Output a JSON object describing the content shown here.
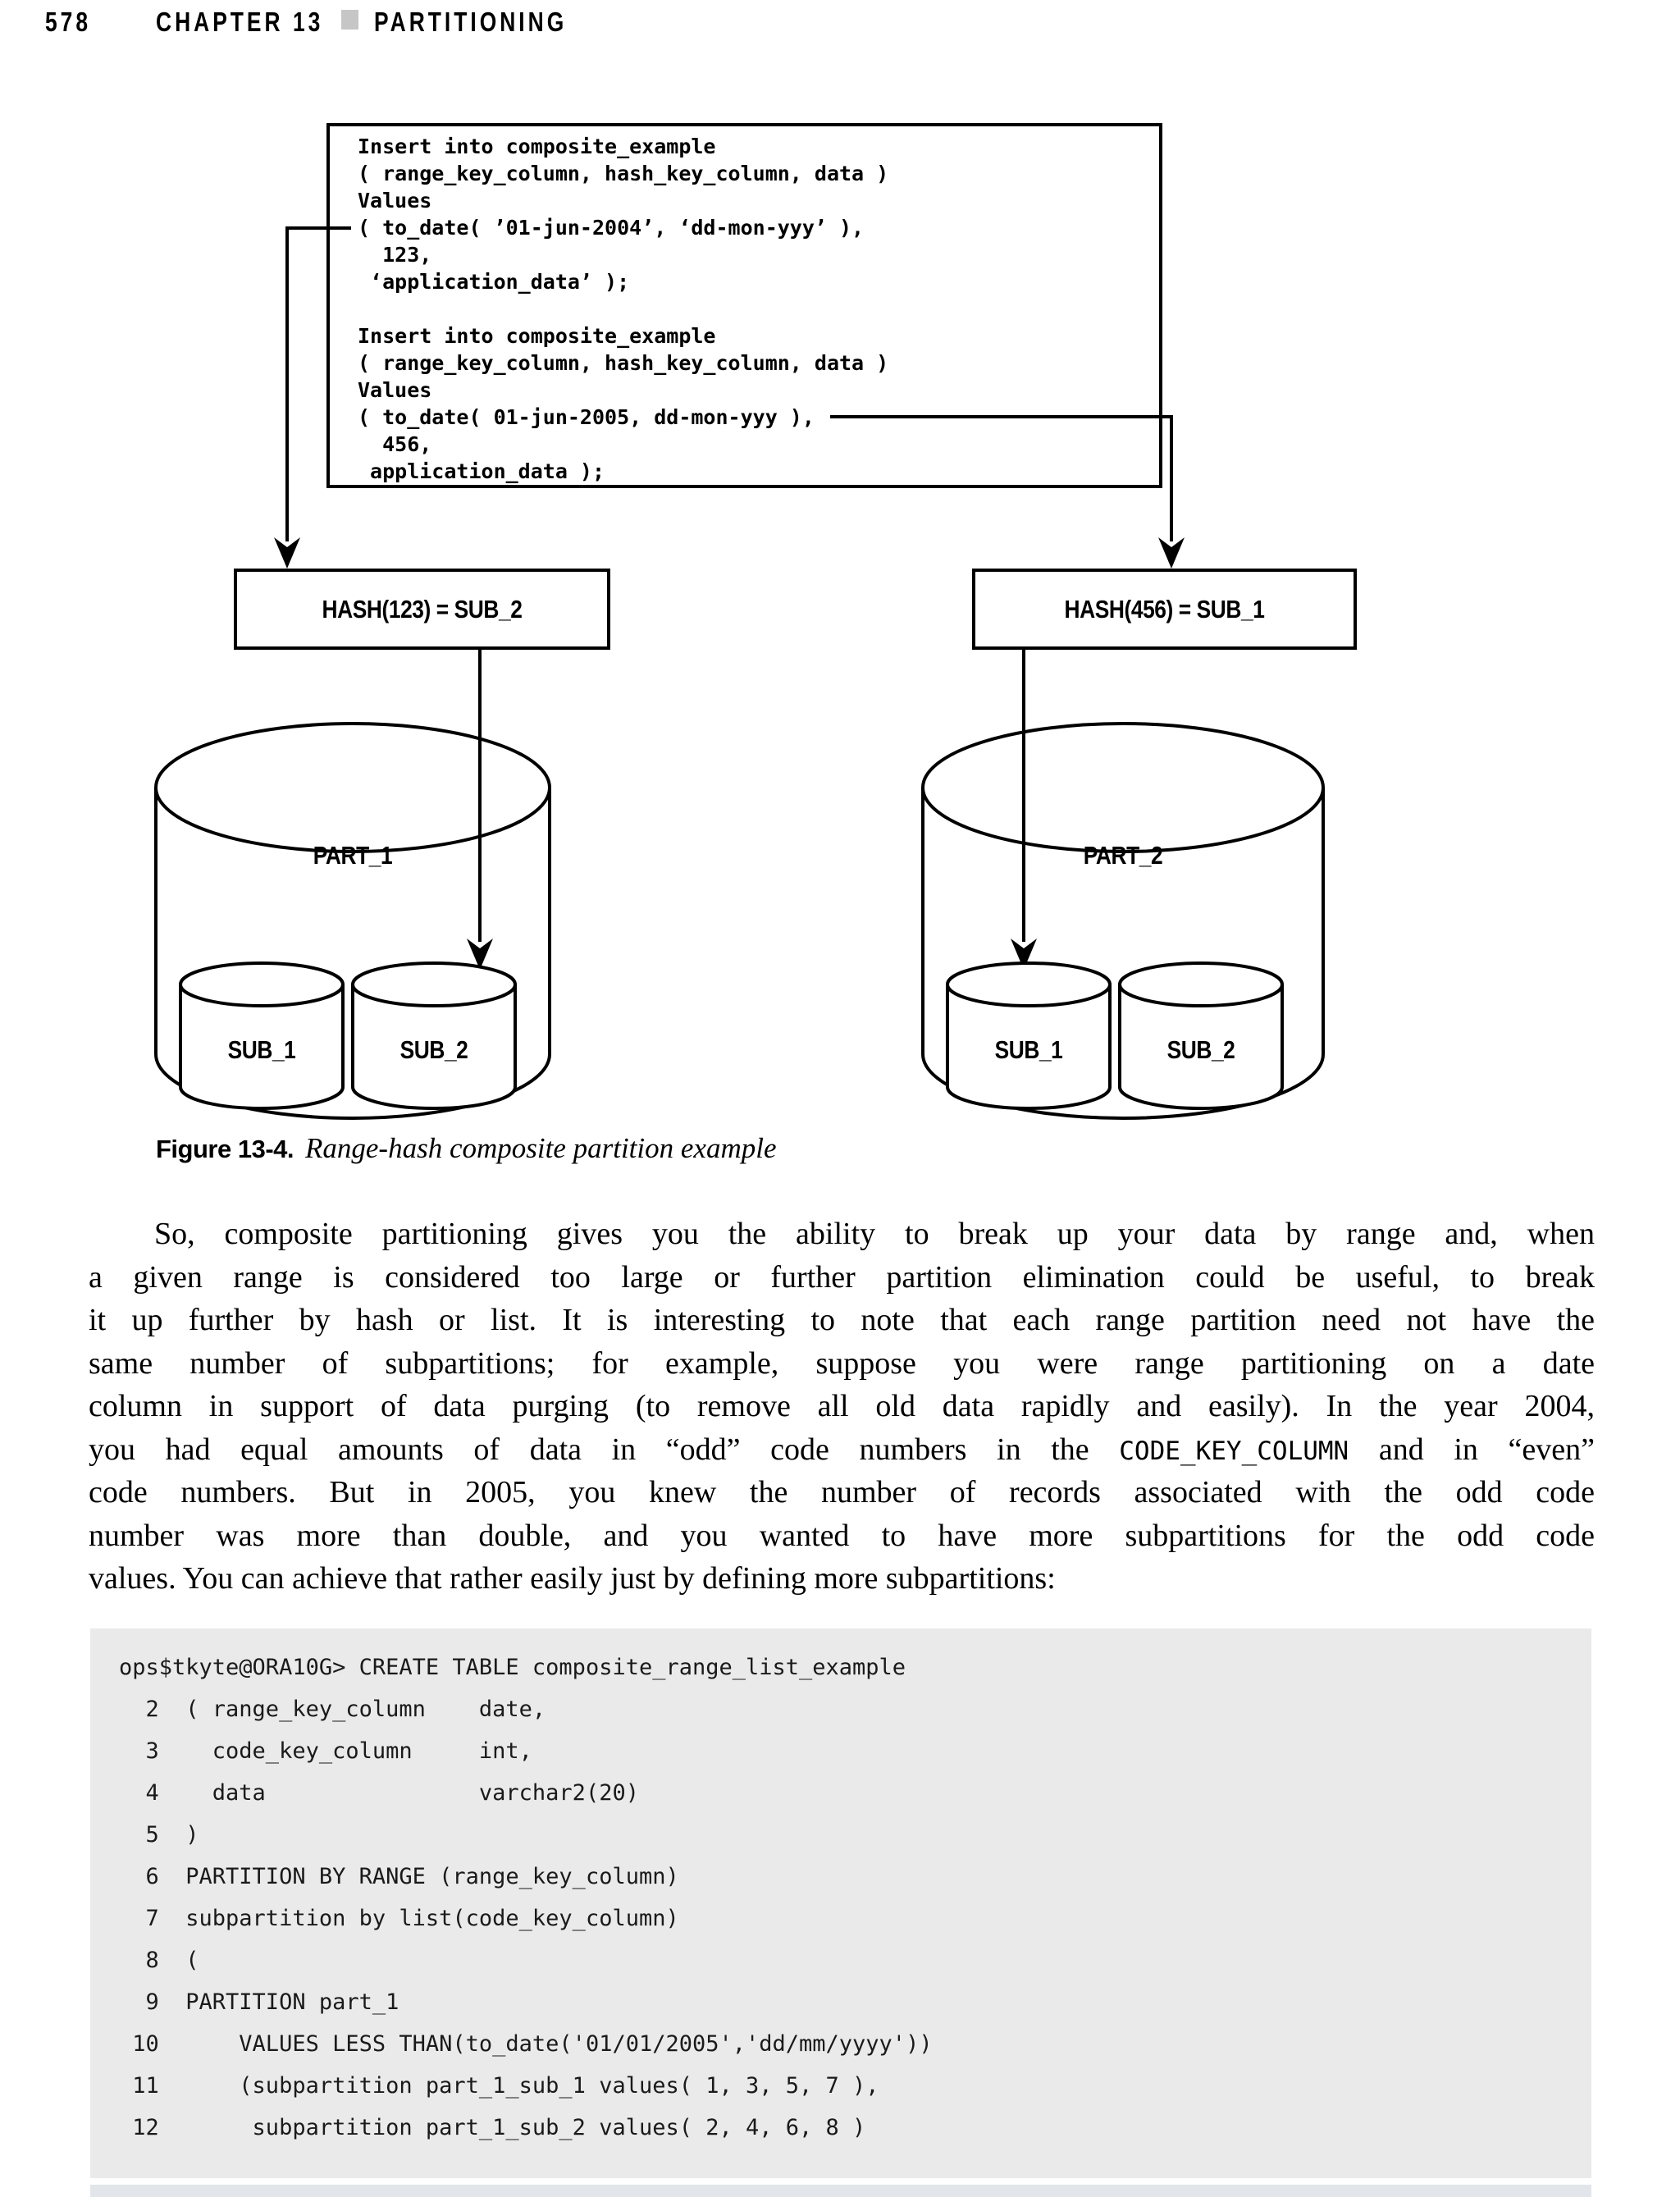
{
  "header": {
    "page_number": "578",
    "chapter": "CHAPTER 13",
    "section": "PARTITIONING"
  },
  "figure": {
    "insert_sql": "Insert into composite_example\n( range_key_column, hash_key_column, data )\nValues\n( to_date( ’01-jun-2004’, ‘dd-mon-yyy’ ),\n  123,\n ‘application_data’ );\n\nInsert into composite_example\n( range_key_column, hash_key_column, data )\nValues\n( to_date( 01-jun-2005, dd-mon-yyy ),\n  456,\n application_data );",
    "hash_left": "HASH(123) = SUB_2",
    "hash_right": "HASH(456) = SUB_1",
    "part1_label": "PART_1",
    "part2_label": "PART_2",
    "p1_sub1": "SUB_1",
    "p1_sub2": "SUB_2",
    "p2_sub1": "SUB_1",
    "p2_sub2": "SUB_2"
  },
  "caption": {
    "label": "Figure 13-4.",
    "text": "Range-hash composite partition example"
  },
  "body": {
    "l1": "So, composite partitioning gives you the ability to break up your data by range and, when",
    "l2": "a given range is considered too large or further partition elimination could be useful, to break",
    "l3": "it up further by hash or list. It is interesting to note that each range partition need not have the",
    "l4": "same number of subpartitions; for example, suppose you were range partitioning on a date",
    "l5": "column in support of data purging (to remove all old data rapidly and easily). In the year 2004,",
    "l6a": "you had equal amounts of data in “odd” code numbers in the ",
    "l6b": "CODE_KEY_COLUMN",
    "l6c": " and in “even”",
    "l7": "code numbers. But in 2005, you knew the number of records associated with the odd code",
    "l8": "number was more than double, and you wanted to have more subpartitions for the odd code",
    "l9": "values. You can achieve that rather easily just by defining more subpartitions:"
  },
  "code_block": {
    "text": "ops$tkyte@ORA10G> CREATE TABLE composite_range_list_example\n  2  ( range_key_column    date,\n  3    code_key_column     int,\n  4    data                varchar2(20)\n  5  )\n  6  PARTITION BY RANGE (range_key_column)\n  7  subpartition by list(code_key_column)\n  8  (\n  9  PARTITION part_1\n 10      VALUES LESS THAN(to_date('01/01/2005','dd/mm/yyyy'))\n 11      (subpartition part_1_sub_1 values( 1, 3, 5, 7 ),\n 12       subpartition part_1_sub_2 values( 2, 4, 6, 8 )"
  },
  "colors": {
    "code_block_bg": "#eaeaea",
    "header_square": "#c6c6c6",
    "bottom_strip": "#e2e5e9",
    "line_color": "#000000"
  }
}
